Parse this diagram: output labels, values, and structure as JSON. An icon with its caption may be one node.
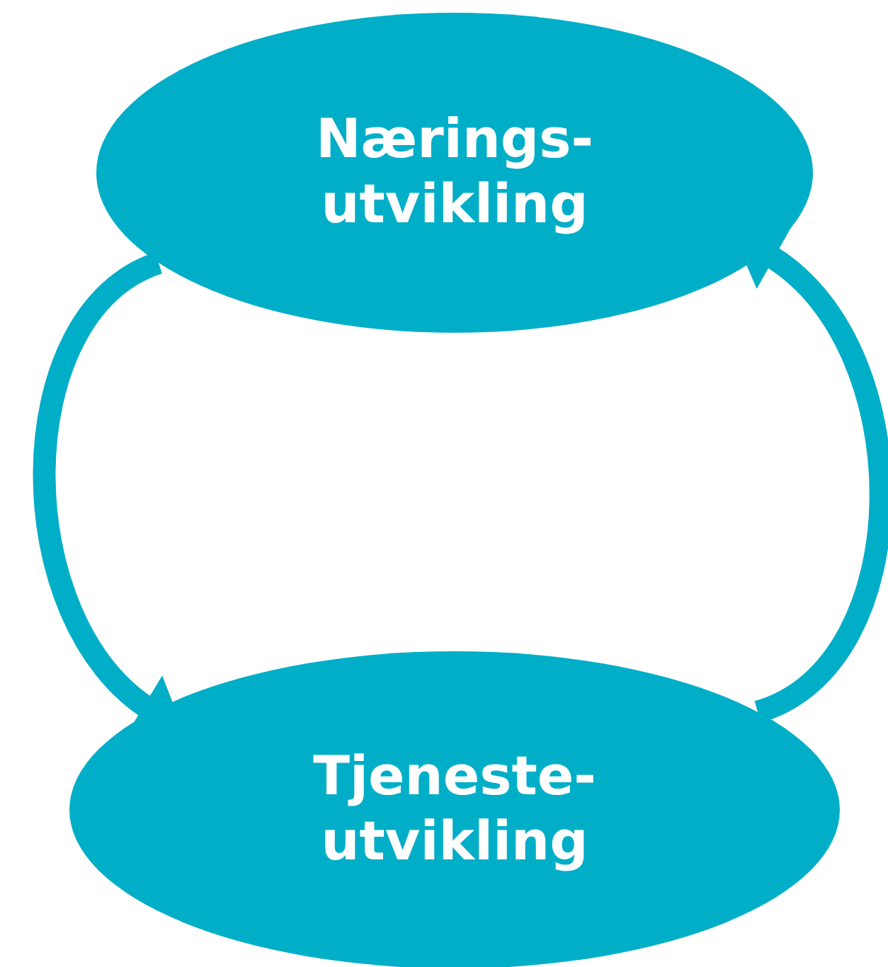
{
  "diagram": {
    "nodes": [
      {
        "text": [
          "Nærings- utvikling"
        ]
      },
      {
        "text": [
          "Tjeneste- utvikling"
        ]
      }
    ],
    "edges": [
      {
        "from": 0,
        "to": 1,
        "arrow": "to"
      },
      {
        "from": 1,
        "to": 0,
        "arrow": "to"
      }
    ]
  }
}
